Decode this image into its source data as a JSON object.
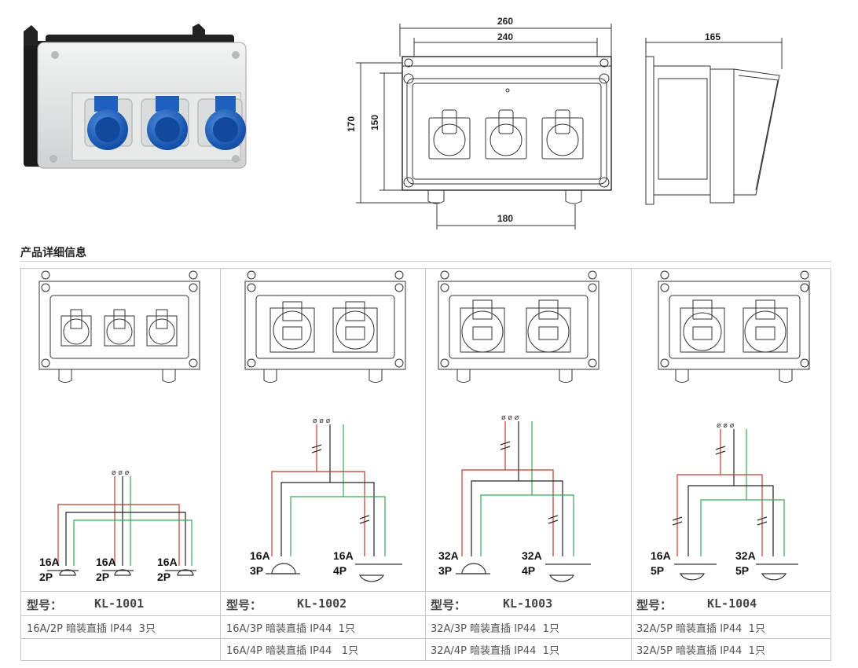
{
  "dimensions": {
    "total_width": "260",
    "inner_width": "240",
    "total_height": "170",
    "inner_height": "150",
    "mount_spacing": "180",
    "depth": "165"
  },
  "section_title": "产品详细信息",
  "products": [
    {
      "model_label": "型号：",
      "model_code": "KL-1001",
      "specs": [
        "16A/2P 暗装直插 IP44  3只"
      ],
      "wiring_labels": [
        {
          "amp": "16A",
          "poles": "2P"
        },
        {
          "amp": "16A",
          "poles": "2P"
        },
        {
          "amp": "16A",
          "poles": "2P"
        }
      ]
    },
    {
      "model_label": "型号：",
      "model_code": "KL-1002",
      "specs": [
        "16A/3P 暗装直插 IP44  1只",
        "16A/4P 暗装直插 IP44   1只"
      ],
      "wiring_labels": [
        {
          "amp": "16A",
          "poles": "3P"
        },
        {
          "amp": "16A",
          "poles": "4P"
        }
      ]
    },
    {
      "model_label": "型号：",
      "model_code": "KL-1003",
      "specs": [
        "32A/3P 暗装直插 IP44  1只",
        "32A/4P 暗装直插 IP44  1只"
      ],
      "wiring_labels": [
        {
          "amp": "32A",
          "poles": "3P"
        },
        {
          "amp": "32A",
          "poles": "4P"
        }
      ]
    },
    {
      "model_label": "型号：",
      "model_code": "KL-1004",
      "specs": [
        "32A/5P 暗装直插 IP44  1只",
        "32A/5P 暗装直插 IP44  1只"
      ],
      "wiring_labels": [
        {
          "amp": "16A",
          "poles": "5P"
        },
        {
          "amp": "32A",
          "poles": "5P"
        }
      ]
    }
  ],
  "colors": {
    "socket_blue": "#1565c0",
    "wire_red": "#c0392b",
    "wire_green": "#3aa655",
    "wire_black": "#222222",
    "line": "#333333"
  }
}
